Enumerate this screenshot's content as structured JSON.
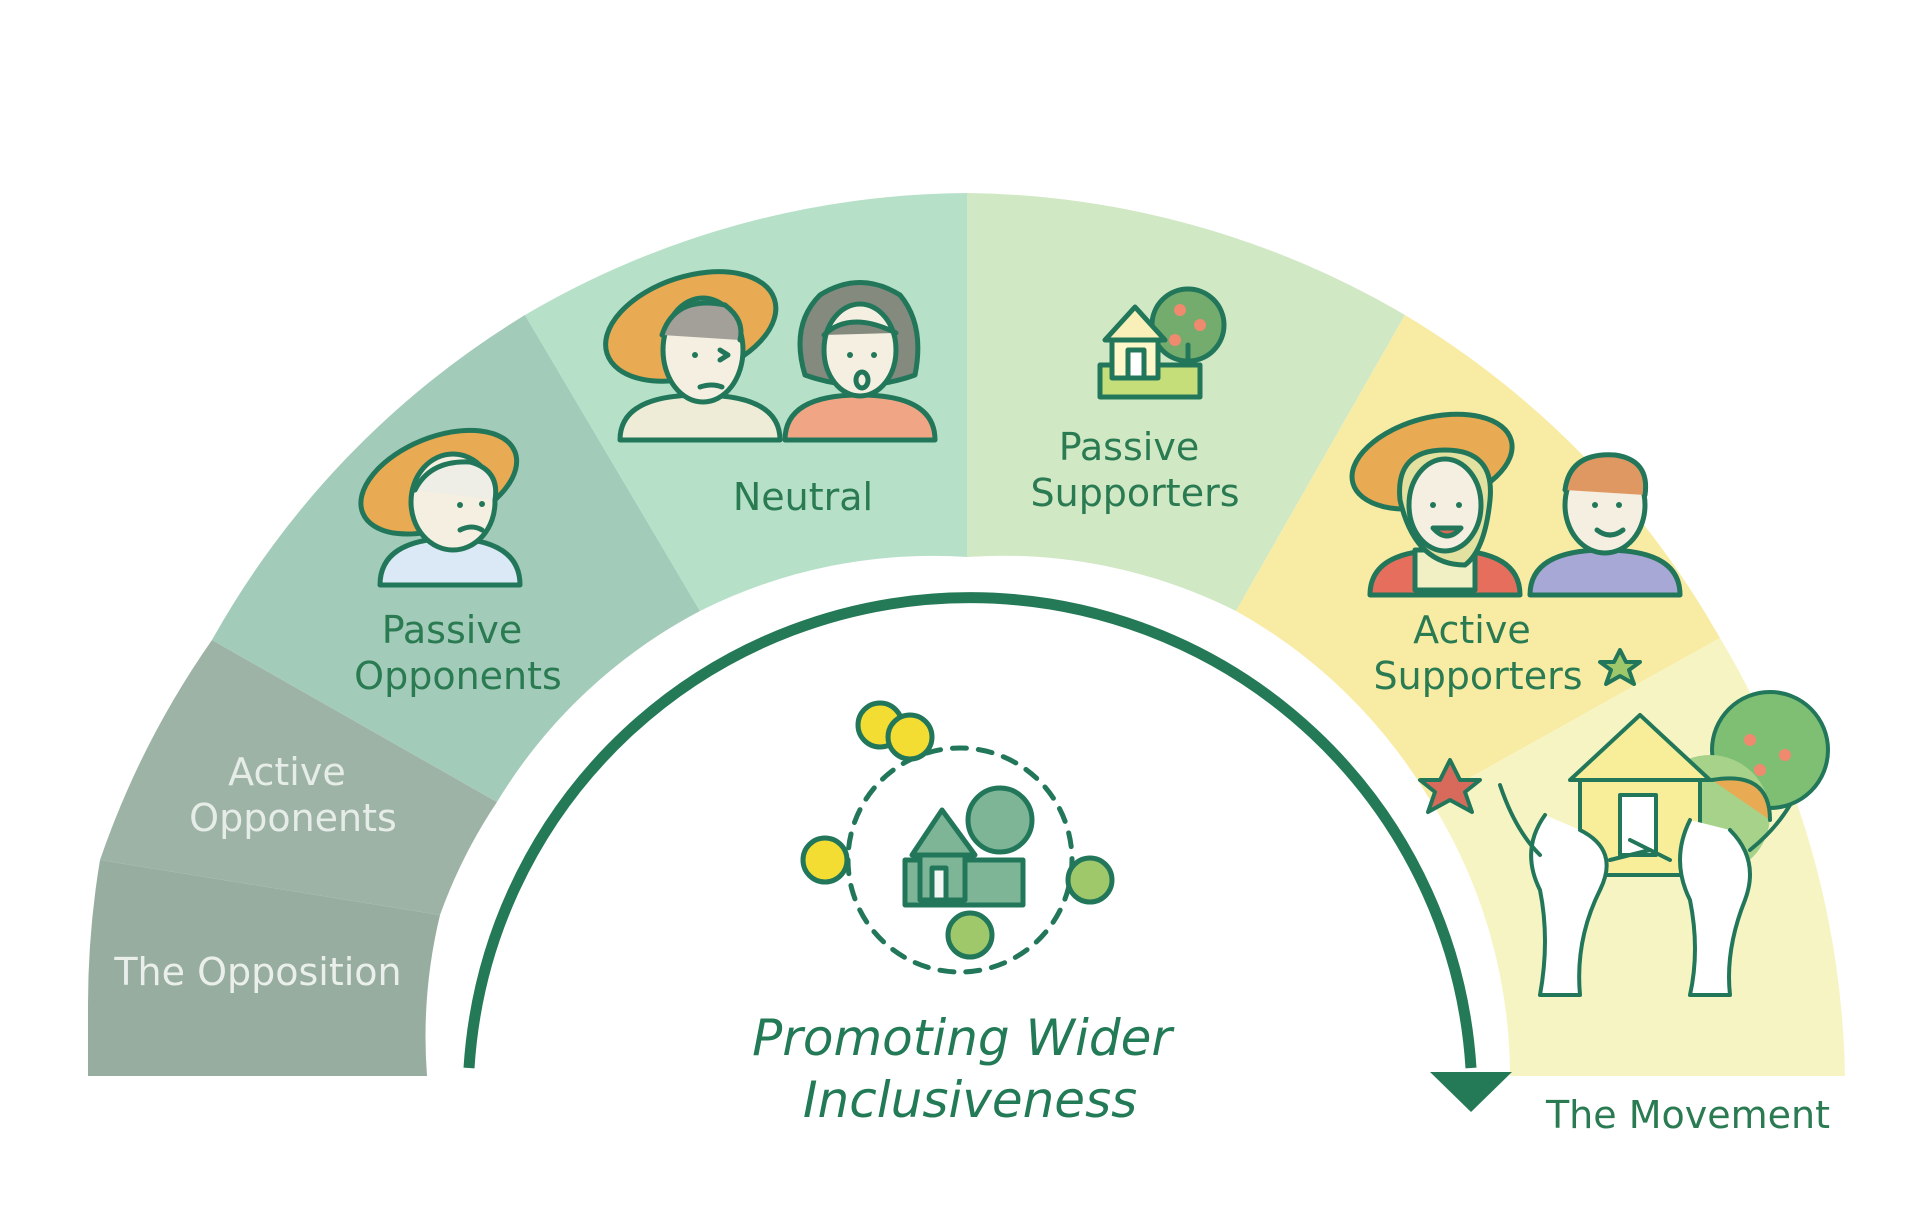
{
  "diagram": {
    "segments": [
      {
        "id": "the-opposition",
        "label_lines": [
          "The Opposition"
        ],
        "fill": "#96ad9f",
        "text_color": "#ebefeb"
      },
      {
        "id": "active-opponents",
        "label_lines": [
          "Active",
          "Opponents"
        ],
        "fill": "#9db3a6",
        "text_color": "#e6ece7"
      },
      {
        "id": "passive-opponents",
        "label_lines": [
          "Passive",
          "Opponents"
        ],
        "fill": "#a3cbb9",
        "text_color": "#2a7a52"
      },
      {
        "id": "neutral",
        "label_lines": [
          "Neutral"
        ],
        "fill": "#b6e1c8",
        "text_color": "#2a7a52"
      },
      {
        "id": "passive-supporters",
        "label_lines": [
          "Passive",
          "Supporters"
        ],
        "fill": "#d1e8c4",
        "text_color": "#2a7a52"
      },
      {
        "id": "active-supporters",
        "label_lines": [
          "Active",
          "Supporters"
        ],
        "fill": "#f8eca5",
        "text_color": "#2a7a52"
      },
      {
        "id": "the-movement",
        "label_lines": [
          "The Movement"
        ],
        "fill": "#f7f4c3",
        "text_color": "#2a7a52"
      }
    ],
    "center_title_lines": [
      "Promoting Wider",
      "Inclusiveness"
    ],
    "colors": {
      "accent_green": "#227a56",
      "arrow": "#247a56",
      "coin_yellow": "#f3dd33",
      "coin_green": "#9fc86a",
      "hat_orange": "#e8aa52",
      "house_green": "#7fb597"
    },
    "icons": [
      "villager-with-hat-icon",
      "two-neutral-villagers-icon",
      "house-and-tree-icon",
      "two-supporters-icon",
      "celebrating-people-icon",
      "community-cycle-icon"
    ]
  }
}
